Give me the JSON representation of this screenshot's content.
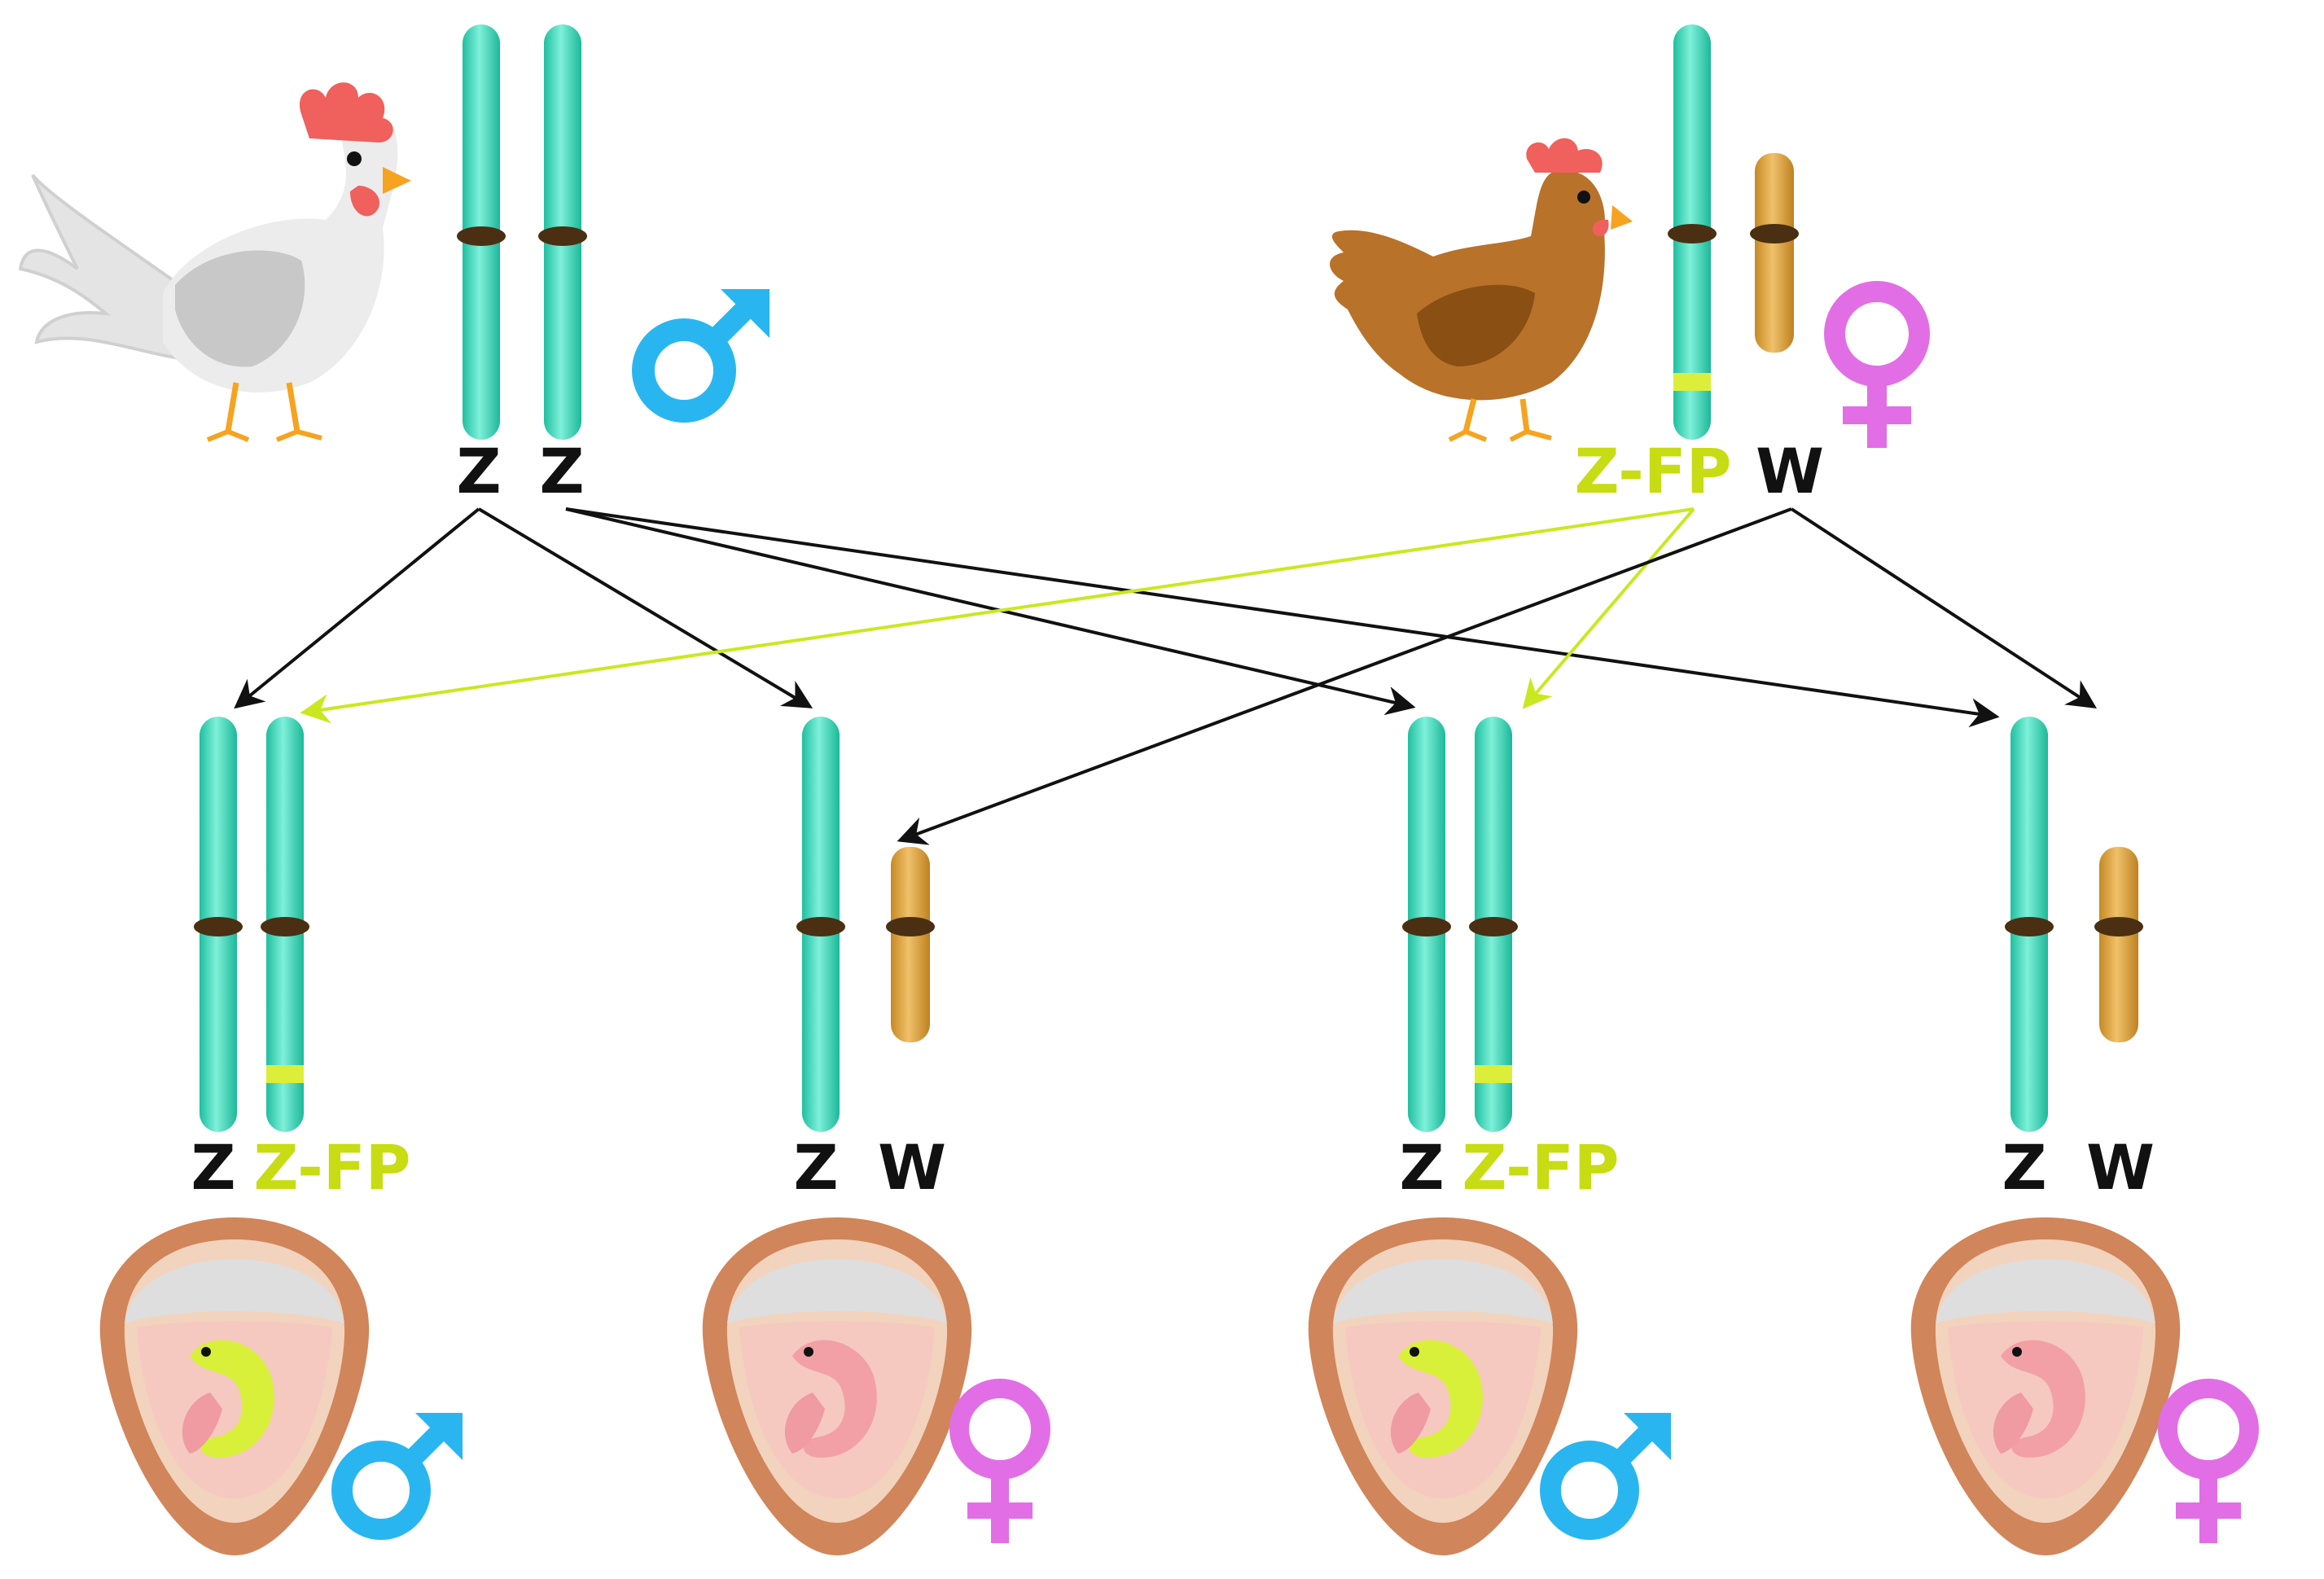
{
  "colors": {
    "z_chromosome": "#2fd6b8",
    "w_chromosome": "#d9a23a",
    "centromere": "#4a2f12",
    "fp_band": "#dcee3a",
    "fp_text": "#c7dc12",
    "male_symbol": "#29b6f0",
    "female_symbol": "#e26ee6",
    "arrow_black": "#111111",
    "arrow_fp": "#c9e820",
    "rooster": "#e6e6e6",
    "hen": "#b8722a",
    "egg_shell": "#d89a6a"
  },
  "icons": {
    "rooster": "rooster-icon",
    "hen": "hen-icon",
    "egg": "egg-embryo-icon",
    "male": "male-symbol-icon",
    "female": "female-symbol-icon"
  },
  "parents": {
    "father": {
      "labels": [
        "Z",
        "Z"
      ],
      "sex": "male"
    },
    "mother": {
      "labels": [
        "Z-FP",
        "W"
      ],
      "sex": "female"
    }
  },
  "offspring": [
    {
      "label_a": "Z",
      "label_b": "Z-FP",
      "sex": "male",
      "fluorescent": true
    },
    {
      "label_a": "Z",
      "label_b": "W",
      "sex": "female",
      "fluorescent": false
    },
    {
      "label_a": "Z",
      "label_b": "Z-FP",
      "sex": "male",
      "fluorescent": true
    },
    {
      "label_a": "Z",
      "label_b": "W",
      "sex": "female",
      "fluorescent": false
    }
  ]
}
